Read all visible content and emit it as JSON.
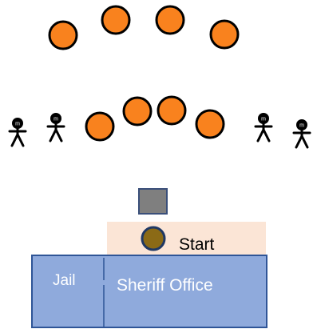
{
  "colors": {
    "cone_fill": "#f9821e",
    "outline": "#000000",
    "building_fill": "#8faadc",
    "building_stroke": "#2f5597",
    "start_zone_fill": "#fbe5d6",
    "block_fill": "#7f7f7f",
    "block_stroke": "#3a4f7a",
    "player_fill": "#8b6a16",
    "player_stroke": "#1f3864",
    "text_dark": "#000000",
    "text_light": "#ffffff"
  },
  "icons": {
    "cone": "orange-circle-marker",
    "figure": "stick-figure-icon",
    "player": "player-token",
    "block": "gray-square-block"
  },
  "labels": {
    "start": "Start",
    "jail": "Jail",
    "sheriff_office": "Sheriff Office"
  },
  "figure_badge": "m"
}
